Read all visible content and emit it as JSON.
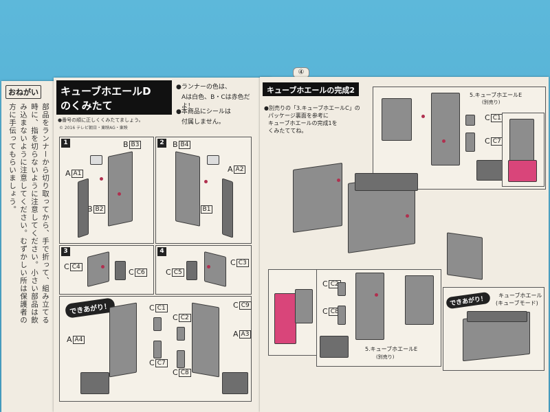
{
  "page_marker": "④",
  "notice": {
    "title": "おねがい",
    "body": "部品をランナーから切り取ってから、手で折って、組み立てる時に、指を切らないように注意してください。小さい部品は飲み込まないように注意してください。むずかしい所は保護者の方に手伝ってもらいましょう。"
  },
  "left_page": {
    "title_line1": "キューブホエールD",
    "title_line2": "のくみたて",
    "subtitle": "●番号の順に正しくくみたてましょう。",
    "copyright": "© 2016 テレビ朝日・東映AG・東映",
    "runner_note_line1": "●ランナーの色は、",
    "runner_note_line2": "Aは白色、B・Cは赤色だよ！",
    "sticker_note_line1": "●本商品にシールは",
    "sticker_note_line2": "付属しません。",
    "steps": [
      {
        "num": "1",
        "labels": [
          "B3",
          "A1",
          "B2"
        ]
      },
      {
        "num": "2",
        "labels": [
          "B4",
          "A2",
          "B1"
        ]
      },
      {
        "num": "3",
        "labels": [
          "C4",
          "C6"
        ]
      },
      {
        "num": "4",
        "labels": [
          "C3",
          "C5"
        ]
      }
    ],
    "done_badge": "できあがり！",
    "done_labels": [
      "C1",
      "C2",
      "C9",
      "A4",
      "C7",
      "C8",
      "A3"
    ]
  },
  "right_page": {
    "header": "キューブホエールの完成2",
    "intro_line1": "●別売りの「3.キューブホエールC」の",
    "intro_line2": "パッケージ裏面を参考に",
    "intro_line3": "キューブホエールの完成1を",
    "intro_line4": "くみたててね。",
    "inset_top": {
      "title": "5.キューブホエールE",
      "sub": "(別売り)",
      "labels": [
        "C1",
        "C7"
      ]
    },
    "inset_bottom": {
      "title": "5.キューブホエールE",
      "sub": "(別売り)",
      "labels": [
        "C2",
        "C8"
      ]
    },
    "done_badge": "できあがり！",
    "done_title": "キューブホエール",
    "done_sub": "(キューブモード)"
  },
  "colors": {
    "background": "#5ab6d6",
    "paper": "#f1ece2",
    "accent": "#d9457a",
    "ink": "#222222"
  }
}
